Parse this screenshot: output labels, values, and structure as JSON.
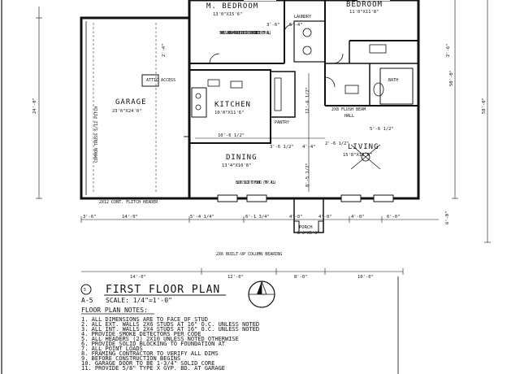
{
  "rooms": {
    "master_bedroom": {
      "name": "M. BEDROOM",
      "size": "13'0\"X15'6\""
    },
    "bedroom": {
      "name": "BEDROOM",
      "size": "11'0\"X11'8\""
    },
    "garage": {
      "name": "GARAGE",
      "size": "23'6\"X24'0\""
    },
    "kitchen": {
      "name": "KITCHEN",
      "size": "10'0\"X11'6\""
    },
    "dining": {
      "name": "DINING",
      "size": "13'4\"X10'8\""
    },
    "living": {
      "name": "LIVING",
      "size": "15'8\"X16'6\""
    },
    "porch": {
      "name": "PORCH",
      "size": "8'0\"X5'0\""
    },
    "bath": {
      "name": "BATH"
    },
    "pantry": {
      "name": "PANTRY"
    },
    "hall": {
      "name": "HALL"
    },
    "laundry": {
      "name": "LAUNDRY"
    }
  },
  "notes_small": {
    "smoke_detector": "SMOKE & CARBON MONOXIDE DETECTOR INTERCONNECTED (TYP. ALL)",
    "block_solid": "BLOCK SOLID TO FOUND. (TYP. ALL)",
    "built_up_column": "2X6 BUILT-UP COLUMN BEARING",
    "flush_beam": "2X8 FLUSH BEAM",
    "header": "2X12 CONT. FLITCH HEADER",
    "common_truss": "COMMON TRUSS 5/12 PITCH",
    "attic_access": "ATTIC ACCESS"
  },
  "dimensions": {
    "left_side": "24'-0\"",
    "right_inner": "50'-0\"",
    "right_outer": "58'-0\"",
    "right_bottom": "6'-0\"",
    "top_1": "2'-4\"",
    "top_2": "5'-4\"",
    "top_3": "2'-6\"",
    "mid_1": "3'-6\"",
    "mid_2": "10'-6 1/2\"",
    "mid_3": "3'-6 1/2\"",
    "mid_4": "4'-4\"",
    "mid_5": "2'-6 1/2\"",
    "mid_6": "5'-6 1/2\"",
    "v_1": "12'-6 1/2\"",
    "v_2": "8'-5 1/2\"",
    "bottom_row": [
      "3'-6\"",
      "14'-0\"",
      "5'-4 1/4\"",
      "6'-1 3/4\"",
      "4'-0\"",
      "4'-0\"",
      "4'-0\"",
      "6'-0\""
    ],
    "bottom_lower": [
      "14'-0\"",
      "12'-0\"",
      "8'-0\"",
      "10'-0\""
    ]
  },
  "title_block": {
    "sheet": "A-5",
    "sheet_num": "5",
    "title": "FIRST FLOOR PLAN",
    "scale": "SCALE: 1/4\"=1'-0\"",
    "notes_heading": "FLOOR PLAN NOTES:"
  },
  "floor_plan_notes": [
    "1. ALL DIMENSIONS ARE TO FACE OF STUD",
    "2. ALL EXT. WALLS 2X6 STUDS AT 16\" O.C. UNLESS NOTED",
    "3. ALL INT. WALLS 2X4 STUDS AT 16\" O.C. UNLESS NOTED",
    "4. PROVIDE SMOKE DETECTORS PER CODE",
    "5. ALL HEADERS (2) 2X10 UNLESS NOTED OTHERWISE",
    "6. PROVIDE SOLID BLOCKING TO FOUNDATION AT",
    "7. ALL POINT LOADS",
    "8. FRAMING CONTRACTOR TO VERIFY ALL DIMS",
    "9. BEFORE CONSTRUCTION BEGINS",
    "10. GARAGE DOOR TO BE 1-3/4\" SOLID CORE",
    "11. PROVIDE 5/8\" TYPE X GYP. BD. AT GARAGE"
  ]
}
